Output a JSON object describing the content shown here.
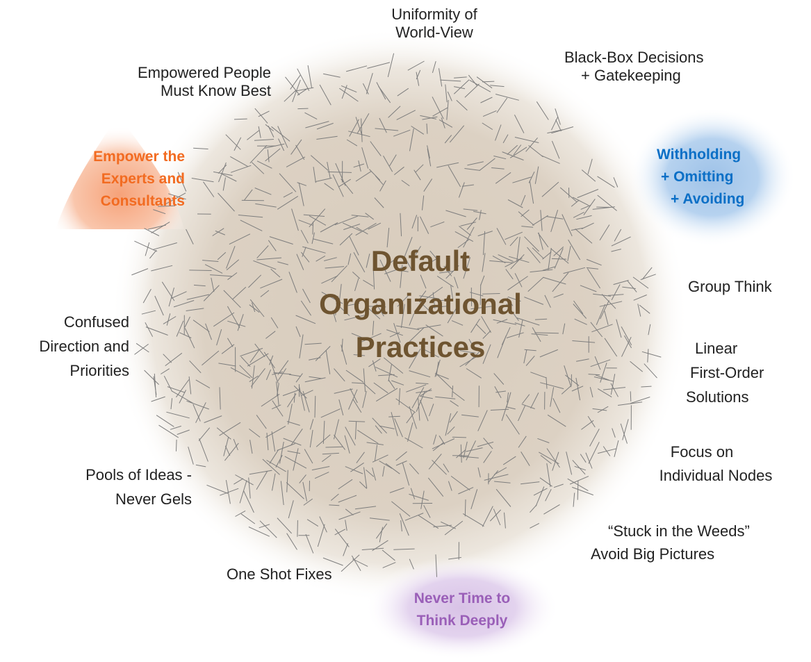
{
  "center": {
    "title_lines": [
      "Default",
      "Organizational",
      "Practices"
    ],
    "color": "#6e5430",
    "glow_color": "#d3c6b4"
  },
  "labels": {
    "uniformity": [
      "Uniformity of",
      "World-View"
    ],
    "black_box": [
      "Black-Box Decisions",
      "+ Gatekeeping"
    ],
    "empowered_people": [
      "Empowered People",
      "Must Know Best"
    ],
    "empower_experts": [
      "Empower the",
      "Experts and",
      "Consultants"
    ],
    "withholding": [
      "Withholding",
      "+ Omitting",
      "+ Avoiding"
    ],
    "group_think": [
      "Group Think"
    ],
    "confused_direction": [
      "Confused",
      "Direction and",
      "Priorities"
    ],
    "linear": [
      "Linear",
      "First-Order",
      "Solutions"
    ],
    "focus_nodes": [
      "Focus on",
      "Individual Nodes"
    ],
    "pools_ideas": [
      "Pools of Ideas -",
      "Never Gels"
    ],
    "stuck_weeds": [
      "“Stuck in the Weeds”",
      "Avoid Big Pictures"
    ],
    "one_shot": [
      "One Shot Fixes"
    ],
    "never_time": [
      "Never Time to",
      "Think Deeply"
    ]
  },
  "colors": {
    "text": "#222222",
    "orange": "#f26b21",
    "blue": "#0b6fc6",
    "purple": "#9a5fb8",
    "strokes": "#7d7d7d"
  }
}
